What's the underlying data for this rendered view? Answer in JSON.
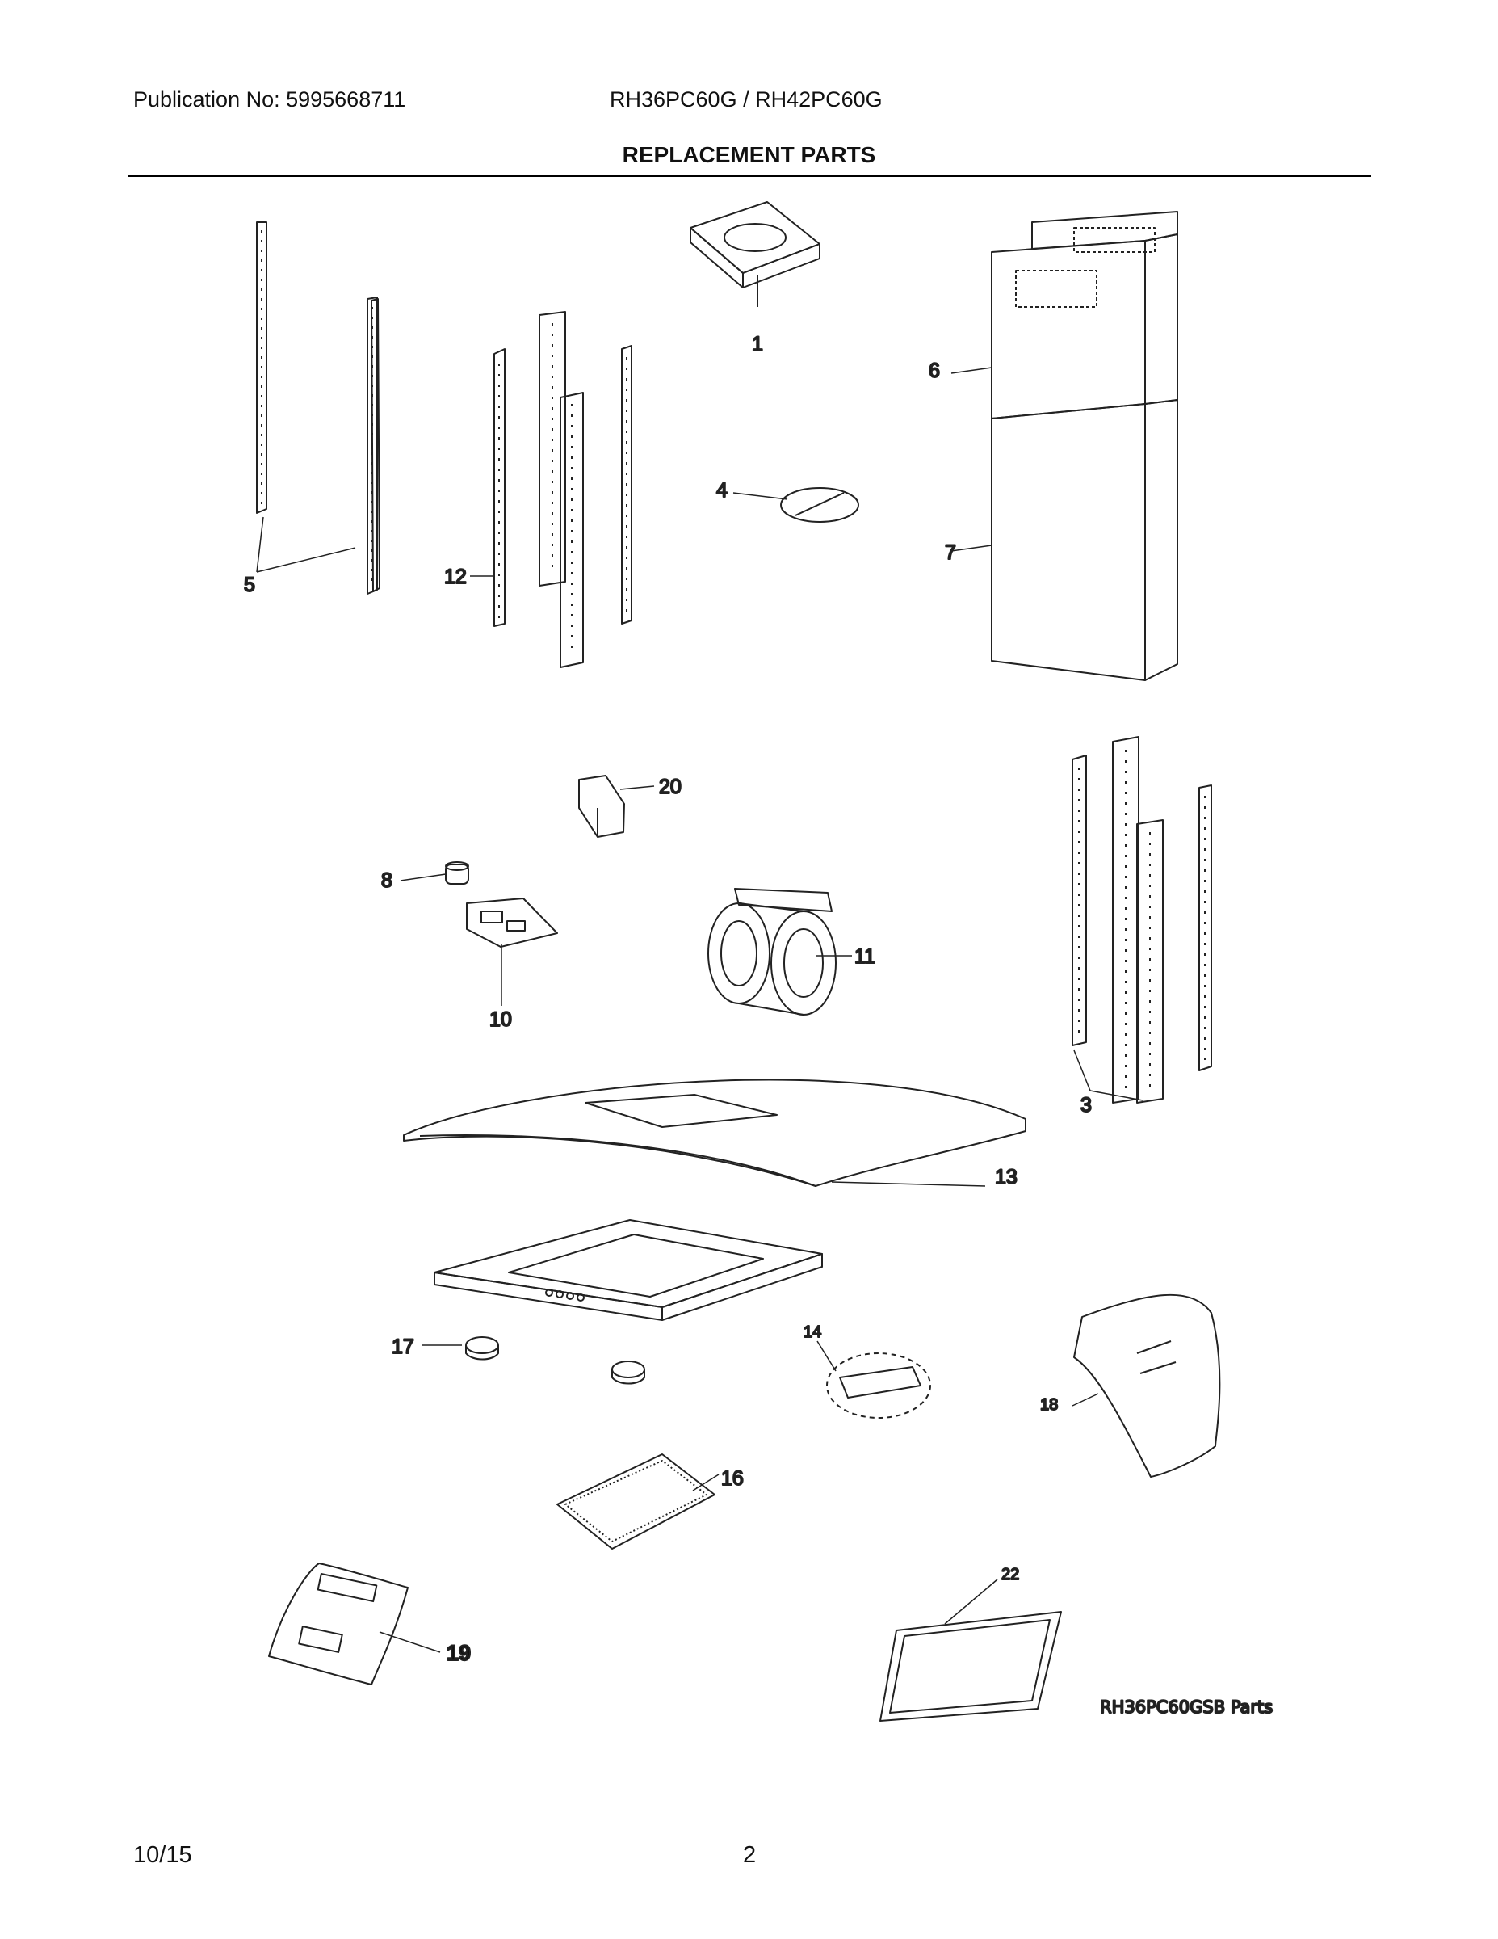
{
  "header": {
    "publication": "Publication No: 5995668711",
    "models": "RH36PC60G / RH42PC60G",
    "title": "REPLACEMENT PARTS"
  },
  "part_labels": [
    "1",
    "3",
    "4",
    "5",
    "6",
    "7",
    "8",
    "10",
    "11",
    "12",
    "13",
    "14",
    "16",
    "17",
    "18",
    "19",
    "20",
    "22"
  ],
  "parts_caption": "RH36PC60GSB Parts",
  "footer": {
    "date": "10/15",
    "page": "2"
  }
}
